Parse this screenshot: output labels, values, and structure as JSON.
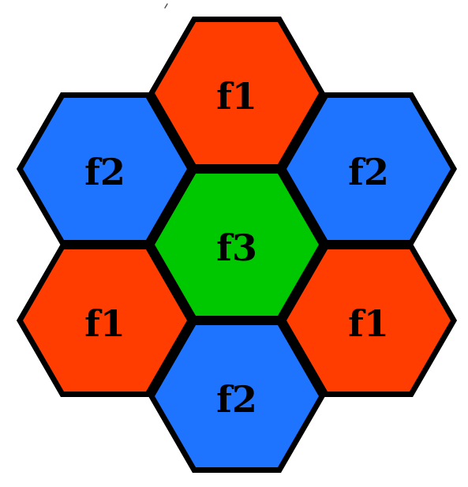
{
  "colors": {
    "f1": "#ff3d00",
    "f2": "#1e73ff",
    "f3": "#00c800",
    "border": "#000000",
    "background": "#ffffff"
  },
  "cells": [
    {
      "label": "f1",
      "group": "f1"
    },
    {
      "label": "f2",
      "group": "f2"
    },
    {
      "label": "f2",
      "group": "f2"
    },
    {
      "label": "f3",
      "group": "f3"
    },
    {
      "label": "f1",
      "group": "f1"
    },
    {
      "label": "f1",
      "group": "f1"
    },
    {
      "label": "f2",
      "group": "f2"
    }
  ]
}
